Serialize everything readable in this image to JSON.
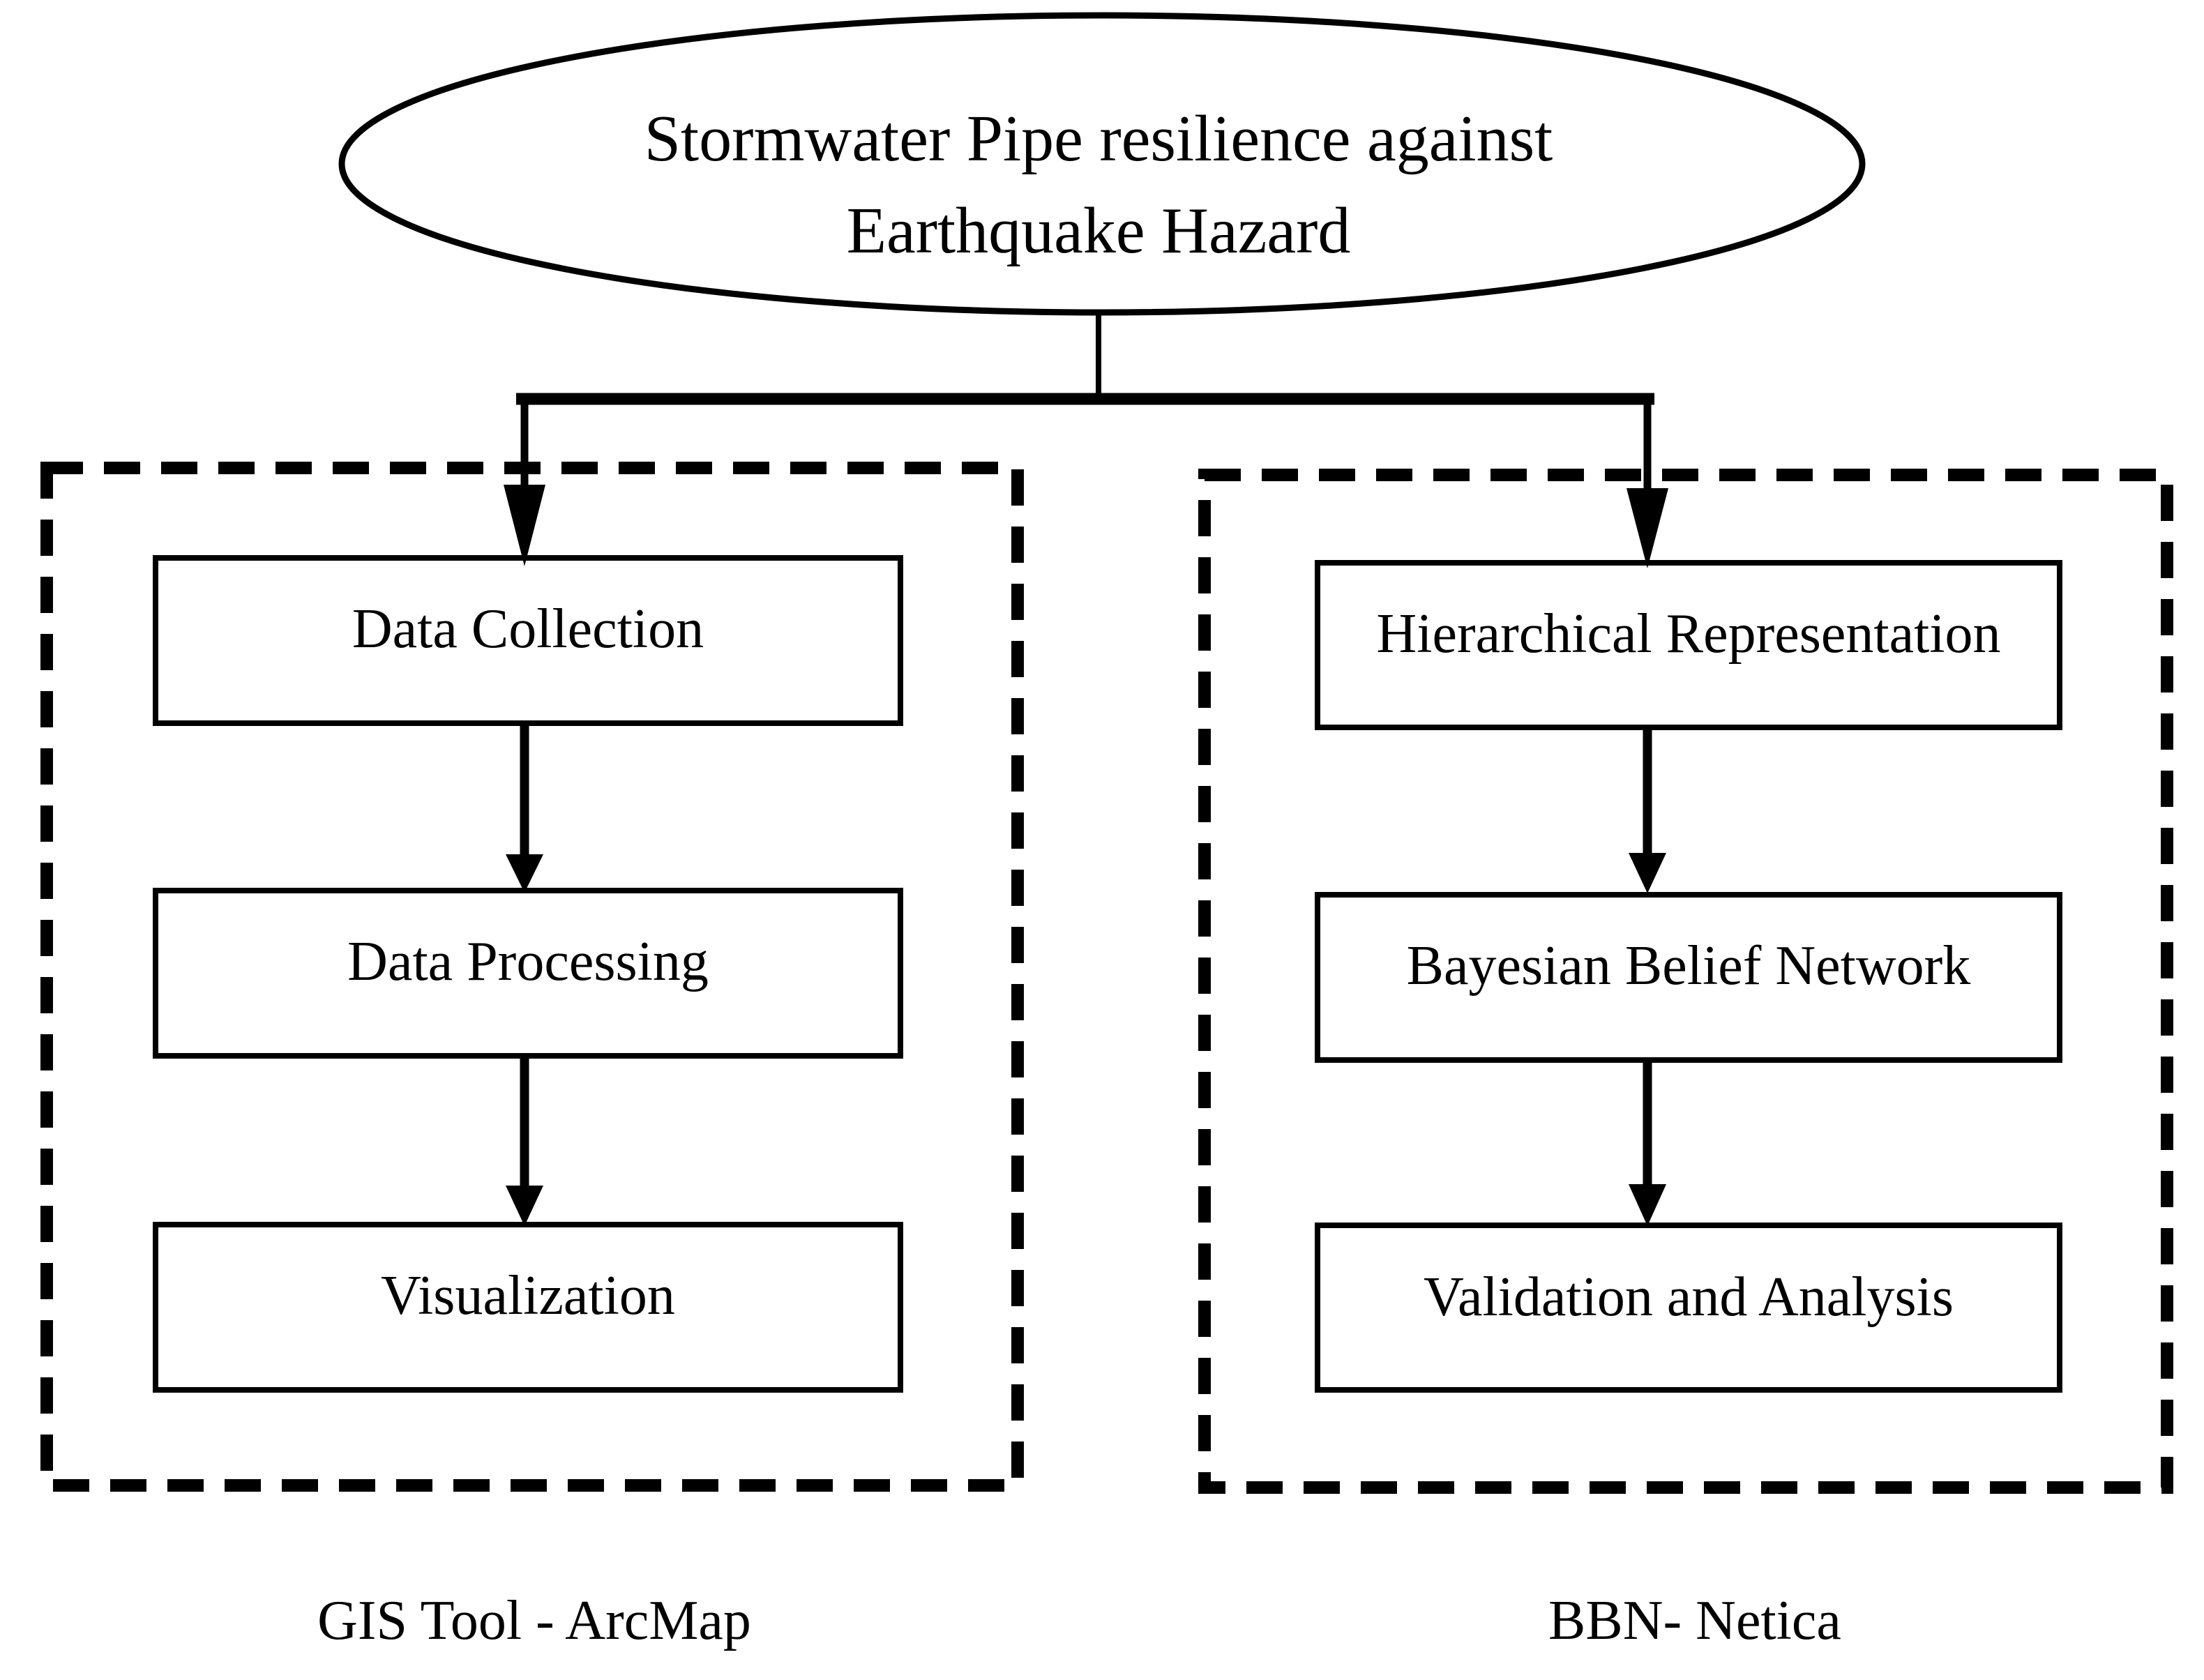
{
  "colors": {
    "ink": "#000000",
    "background": "#ffffff"
  },
  "diagram": {
    "root_node": {
      "line1": "Stormwater Pipe resilience against",
      "line2": "Earthquake Hazard"
    },
    "left_branch": {
      "tool_caption": "GIS Tool - ArcMap",
      "steps": [
        {
          "label": "Data Collection"
        },
        {
          "label": "Data Processing"
        },
        {
          "label": "Visualization"
        }
      ]
    },
    "right_branch": {
      "tool_caption": "BBN- Netica",
      "steps": [
        {
          "label": "Hierarchical Representation"
        },
        {
          "label": "Bayesian Belief Network"
        },
        {
          "label": "Validation and Analysis"
        }
      ]
    }
  }
}
